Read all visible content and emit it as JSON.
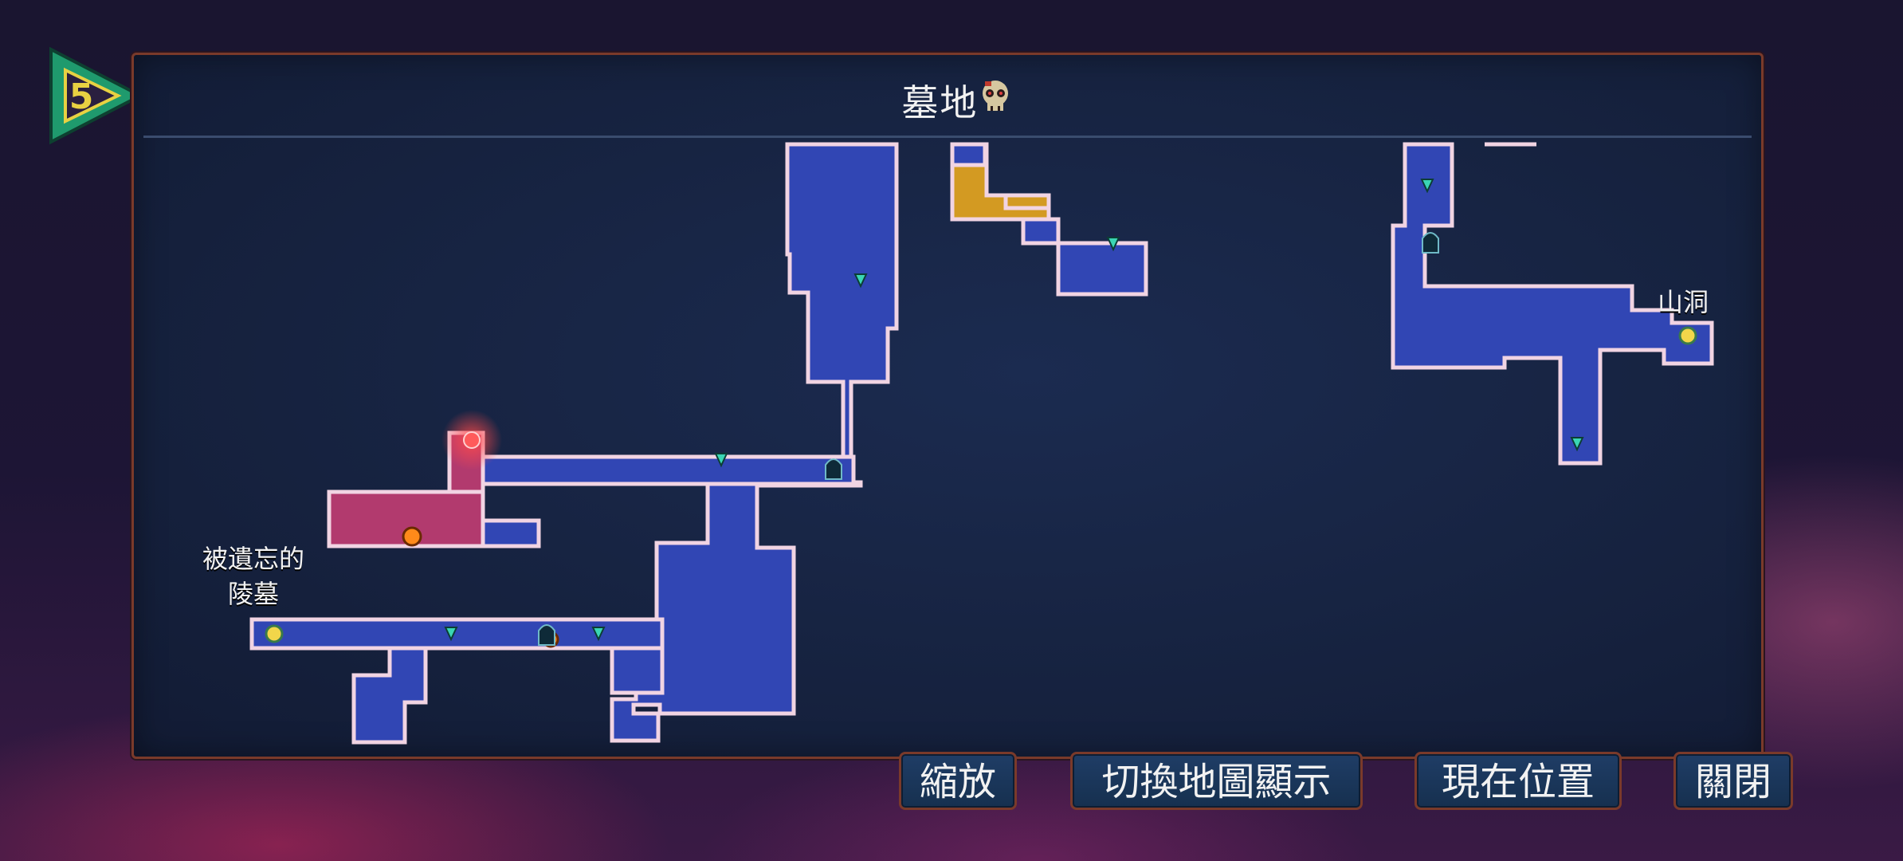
{
  "header": {
    "title": "墓地",
    "title_icon": "skull-icon"
  },
  "level_badge": {
    "value": "5",
    "icon": "triangle-level-badge"
  },
  "map_labels": {
    "forgotten_tomb": "被遺忘的\n陵墓",
    "cave": "山洞"
  },
  "buttons": {
    "zoom": "縮放",
    "toggle_display": "切換地圖顯示",
    "current_position": "現在位置",
    "close": "關閉"
  },
  "colors": {
    "room_blue": "#3146b4",
    "room_outline": "#f1d4e3",
    "room_pink": "#b23a6e",
    "room_gold": "#d39a22",
    "accent_border": "#7a3a2a"
  }
}
